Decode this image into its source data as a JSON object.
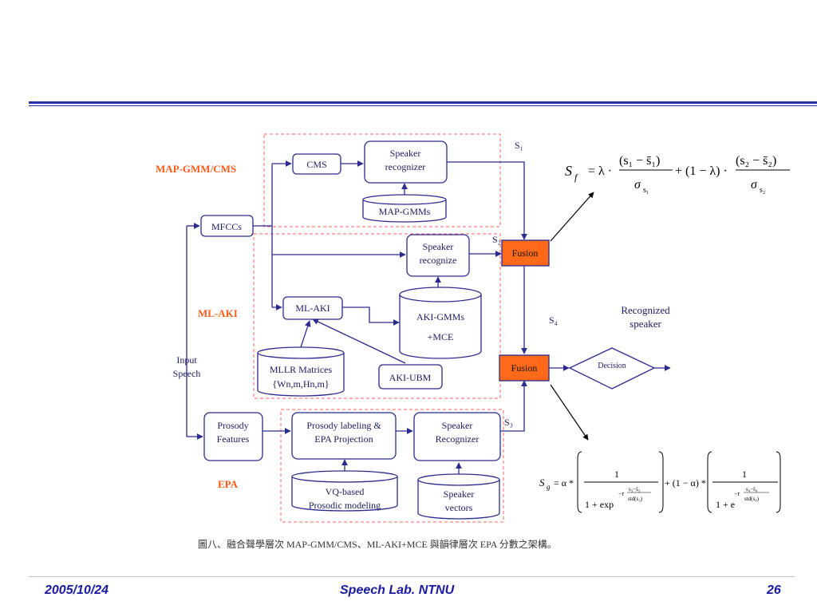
{
  "diagram": {
    "sections": {
      "map_gmm": "MAP-GMM/CMS",
      "ml_aki": "ML-AKI",
      "epa": "EPA"
    },
    "nodes": {
      "cms": "CMS",
      "speaker_recognizer_1": [
        "Speaker",
        "recognizer"
      ],
      "map_gmms": "MAP-GMMs",
      "mfccs": "MFCCs",
      "speaker_recognizer_2": [
        "Speaker",
        "recognize"
      ],
      "ml_aki": "ML-AKI",
      "aki_gmms": [
        "AKI-GMMs",
        "+MCE"
      ],
      "mllr": [
        "MLLR Matrices",
        "{Wn,m,Hn,m}"
      ],
      "aki_ubm": "AKI-UBM",
      "input_speech": [
        "Input",
        "Speech"
      ],
      "prosody_features": [
        "Prosody",
        "Features"
      ],
      "prosody_labeling": [
        "Prosody labeling &",
        "EPA Projection"
      ],
      "speaker_recognizer_3": [
        "Speaker",
        "Recognizer"
      ],
      "vq_based": [
        "VQ-based",
        "Prosodic modeling"
      ],
      "speaker_vectors": [
        "Speaker",
        "vectors"
      ],
      "fusion_1": "Fusion",
      "fusion_2": "Fusion",
      "decision": "Decision",
      "recognized_speaker": [
        "Recognized",
        "speaker"
      ]
    },
    "score_labels": {
      "s1": "S₁",
      "s2": "S₂",
      "s3": "S₃",
      "s4": "S₄"
    },
    "caption": "圖八、融合聲學層次 MAP-GMM/CMS、ML-AKI+MCE 與韻律層次 EPA 分數之架構。"
  },
  "formulas": {
    "sf": "S_f = λ·(s1 − s̄1)/σs1 + (1−λ)·(s2 − s̄2)/σs2",
    "sg": "S_g = α·1/(1+exp(−r(s3−s̄3)/std(s3))) + (1−α)·1/(1+e^(−r(s4−s̄4)/std(s4)))"
  },
  "footer": {
    "date": "2005/10/24",
    "center": "Speech Lab. NTNU",
    "page": "26"
  },
  "colors": {
    "header_bar": "#2233aa",
    "box_border": "#2b2b8f",
    "fusion_fill": "#ff6a1a",
    "section_label": "#ff5a1a",
    "dashed_region": "#ff6060",
    "footer_text": "#1a1aa0"
  }
}
